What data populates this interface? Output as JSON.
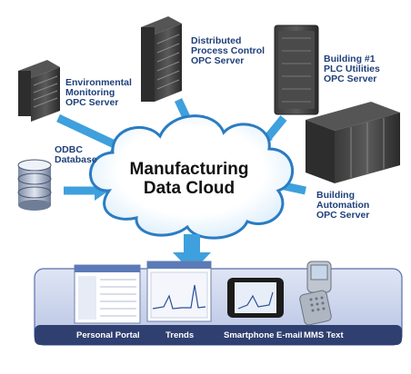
{
  "nodes": {
    "environmental": {
      "lines": [
        "Environmental",
        "Monitoring",
        "OPC Server"
      ]
    },
    "process_control": {
      "lines": [
        "Distributed",
        "Process Control",
        "OPC Server"
      ]
    },
    "building1": {
      "lines": [
        "Building #1",
        "PLC Utilities",
        "OPC Server"
      ]
    },
    "odbc": {
      "lines": [
        "ODBC",
        "Database"
      ]
    },
    "building_automation": {
      "lines": [
        "Building",
        "Automation",
        "OPC Server"
      ]
    }
  },
  "cloud": {
    "lines": [
      "Manufacturing",
      "Data Cloud"
    ]
  },
  "devices": {
    "portal": "Personal Portal",
    "trends": "Trends",
    "smartphone": "Smartphone E-mail",
    "mms": "MMS Text"
  },
  "colors": {
    "label_text": "#1f3f7a",
    "arrow_blue": "#3ea0dd",
    "cloud_fill": "#ffffff",
    "cloud_stroke": "#2a7cc2",
    "panel_fill": "#c9d2ea",
    "panel_stroke": "#5a6fa8",
    "label_strip": "#2f3f70"
  }
}
